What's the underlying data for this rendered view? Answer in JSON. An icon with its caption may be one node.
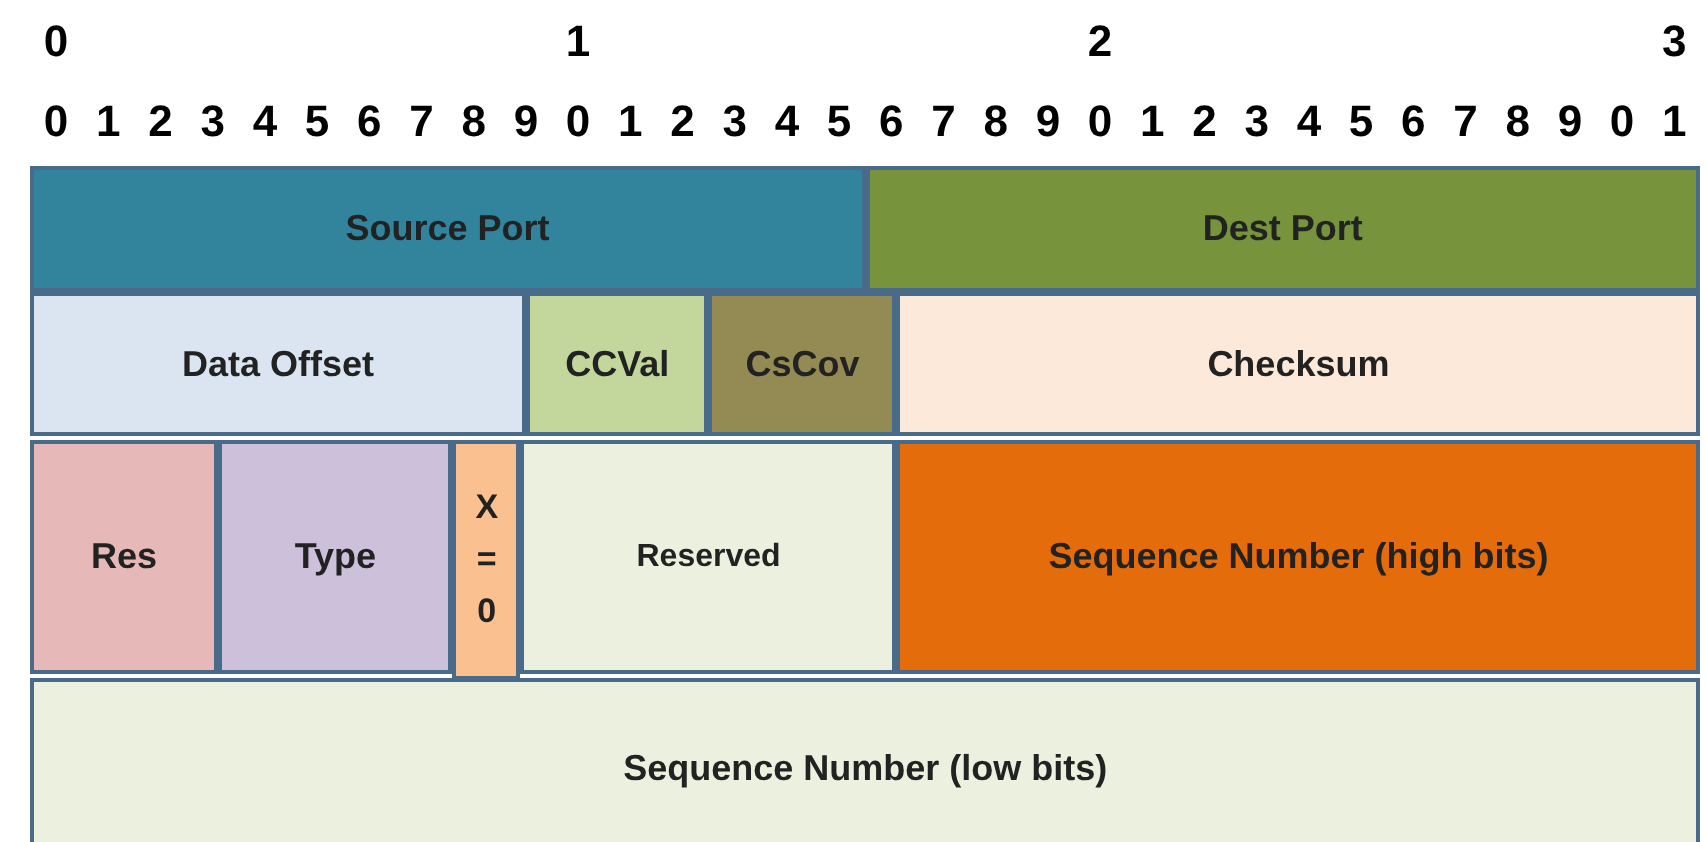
{
  "diagram": {
    "nodes": [
      {
        "text": [
          "Source Port"
        ]
      },
      {
        "text": [
          "Dest Port"
        ]
      },
      {
        "text": [
          "Data Offset"
        ]
      },
      {
        "text": [
          "CCVal"
        ]
      },
      {
        "text": [
          "CsCov"
        ]
      },
      {
        "text": [
          "Checksum"
        ]
      },
      {
        "text": [
          "Res"
        ]
      },
      {
        "text": [
          "Type"
        ]
      },
      {
        "text": [
          "X = 0"
        ]
      },
      {
        "text": [
          "Reserved"
        ]
      },
      {
        "text": [
          "Sequence Number (high bits)"
        ]
      },
      {
        "text": [
          "Sequence Number (low bits)"
        ]
      }
    ],
    "labels": [
      "0",
      "1",
      "2",
      "3",
      "0",
      "1",
      "2",
      "3",
      "4",
      "5",
      "6",
      "7",
      "8",
      "9",
      "0",
      "1",
      "2",
      "3",
      "4",
      "5",
      "6",
      "7",
      "8",
      "9",
      "0",
      "1",
      "2",
      "3",
      "4",
      "5",
      "6",
      "7",
      "8",
      "9",
      "0",
      "1"
    ]
  }
}
